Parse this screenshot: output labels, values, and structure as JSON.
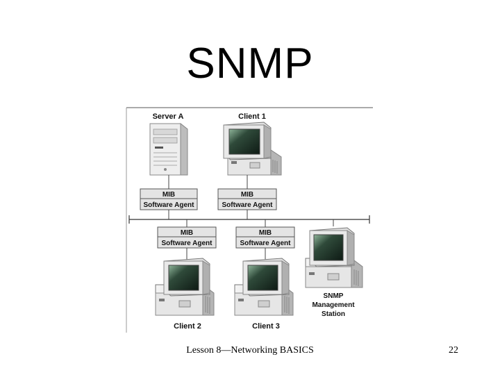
{
  "title": "SNMP",
  "diagram": {
    "server_a": "Server A",
    "client_1": "Client 1",
    "client_2": "Client 2",
    "client_3": "Client 3",
    "mib": "MIB",
    "software_agent": "Software Agent",
    "station_line1": "SNMP",
    "station_line2": "Management",
    "station_line3": "Station"
  },
  "footer": {
    "text": "Lesson 8—Networking BASICS",
    "page": "22"
  }
}
